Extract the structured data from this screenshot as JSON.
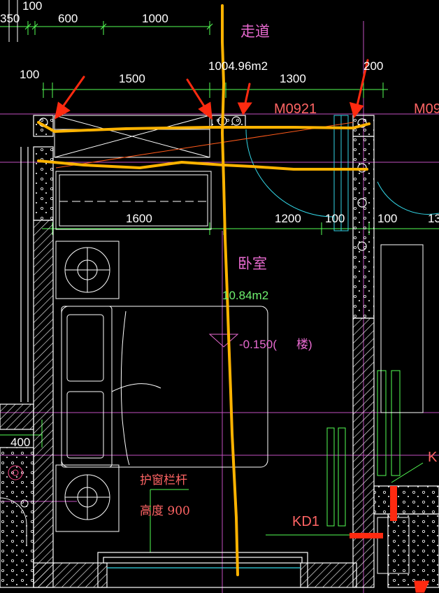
{
  "dimensions": {
    "top_row": [
      "350",
      "100",
      "600",
      "1000"
    ],
    "second_row": [
      "100",
      "1500",
      "1300",
      "200"
    ],
    "second_row_area": "1004.96m2",
    "middle_row": [
      "1600",
      "1200",
      "100",
      "100"
    ],
    "right_cut": "13",
    "left_side": "400"
  },
  "rooms": {
    "corridor": "走道",
    "bedroom": "卧室",
    "bedroom_area": "10.84m2"
  },
  "doors": {
    "main": "M0921",
    "right": "M09"
  },
  "elevation": {
    "value": "-0.150(",
    "note": "楼)"
  },
  "window_note": {
    "title": "护窗栏杆",
    "height": "高度 900"
  },
  "labels": {
    "kd1": "KD1",
    "kd_right": "K"
  },
  "colors": {
    "background": "#000000",
    "dimension_line": "#55ff55",
    "wall_line": "#ffffff",
    "markup": "#ffb300",
    "arrow": "#ff2a10",
    "magenta": "#e86ad0",
    "cyan": "#33d6e6"
  }
}
